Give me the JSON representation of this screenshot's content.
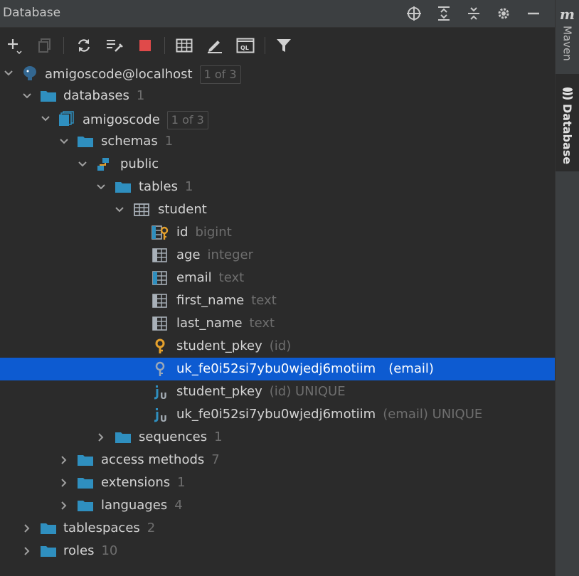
{
  "panel": {
    "title": "Database"
  },
  "tree": [
    {
      "label": "amigoscode@localhost",
      "badge": "1 of 3",
      "meta": ""
    },
    {
      "label": "databases",
      "meta": "1"
    },
    {
      "label": "amigoscode",
      "badge": "1 of 3",
      "meta": ""
    },
    {
      "label": "schemas",
      "meta": "1"
    },
    {
      "label": "public",
      "meta": ""
    },
    {
      "label": "tables",
      "meta": "1"
    },
    {
      "label": "student",
      "meta": ""
    },
    {
      "label": "id",
      "meta": "bigint"
    },
    {
      "label": "age",
      "meta": "integer"
    },
    {
      "label": "email",
      "meta": "text"
    },
    {
      "label": "first_name",
      "meta": "text"
    },
    {
      "label": "last_name",
      "meta": "text"
    },
    {
      "label": "student_pkey",
      "meta": "(id)"
    },
    {
      "label": "uk_fe0i52si7ybu0wjedj6motiim",
      "meta": "(email)"
    },
    {
      "label": "student_pkey",
      "meta": "(id) UNIQUE"
    },
    {
      "label": "uk_fe0i52si7ybu0wjedj6motiim",
      "meta": "(email) UNIQUE"
    },
    {
      "label": "sequences",
      "meta": "1"
    },
    {
      "label": "access methods",
      "meta": "7"
    },
    {
      "label": "extensions",
      "meta": "1"
    },
    {
      "label": "languages",
      "meta": "4"
    },
    {
      "label": "tablespaces",
      "meta": "2"
    },
    {
      "label": "roles",
      "meta": "10"
    }
  ],
  "rightbar": {
    "maven_logo": "m",
    "maven_label": "Maven",
    "database_label": "Database"
  },
  "colors": {
    "selection": "#0d5bd1",
    "folder": "#2f8fbf",
    "key": "#e6a12c",
    "bg": "#2b2b2b"
  }
}
